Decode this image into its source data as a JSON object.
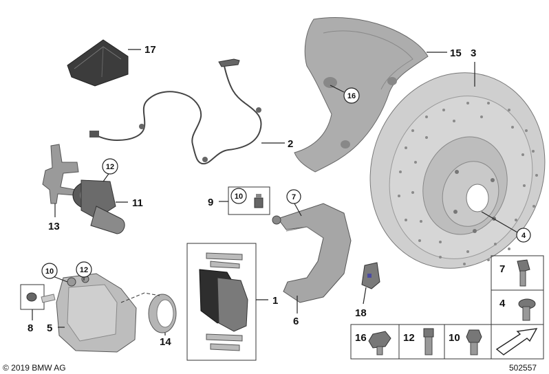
{
  "labels": {
    "p1": "1",
    "p2": "2",
    "p3": "3",
    "p4": "4",
    "p5": "5",
    "p6": "6",
    "p7": "7",
    "p8": "8",
    "p9": "9",
    "p10": "10",
    "p11": "11",
    "p12": "12",
    "p13": "13",
    "p14": "14",
    "p15": "15",
    "p16": "16",
    "p17": "17",
    "p18": "18",
    "c4": "4",
    "c7": "7",
    "c10a": "10",
    "c10b": "10",
    "c12a": "12",
    "c12b": "12",
    "c16": "16",
    "t7": "7",
    "t4": "4",
    "b16": "16",
    "b12": "12",
    "b10": "10"
  },
  "footer": {
    "copyright": "© 2019 BMW AG",
    "diagram_id": "502557"
  },
  "colors": {
    "disc": "#cfcfcf",
    "shield": "#a9a9a9",
    "caliper": "#b8b8b8",
    "dark_part": "#3a3a3a"
  }
}
